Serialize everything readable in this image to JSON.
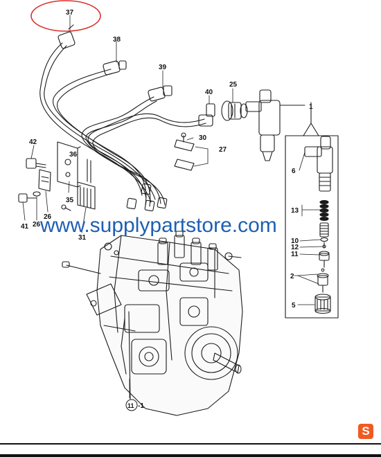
{
  "diagram": {
    "part_labels": {
      "p37": "37",
      "p38": "38",
      "p39": "39",
      "p40": "40",
      "p25": "25",
      "p1": "1",
      "p30": "30",
      "p27": "27",
      "p42": "42",
      "p36": "36",
      "p6": "6",
      "p35": "35",
      "p26a": "26",
      "p26b": "26",
      "p41": "41",
      "p31": "31",
      "p13": "13",
      "p10": "10",
      "p12": "12",
      "p11": "11",
      "p2": "2",
      "p5": "5",
      "p11_callout_num": "11",
      "p11_callout_suffix": "-1"
    },
    "highlight_color": "#d9302c"
  },
  "watermark": {
    "text": "www.supplypartstore.com",
    "color": "#1e5fb3"
  },
  "brand_badge": {
    "glyph": "S",
    "color": "#f05a22"
  }
}
